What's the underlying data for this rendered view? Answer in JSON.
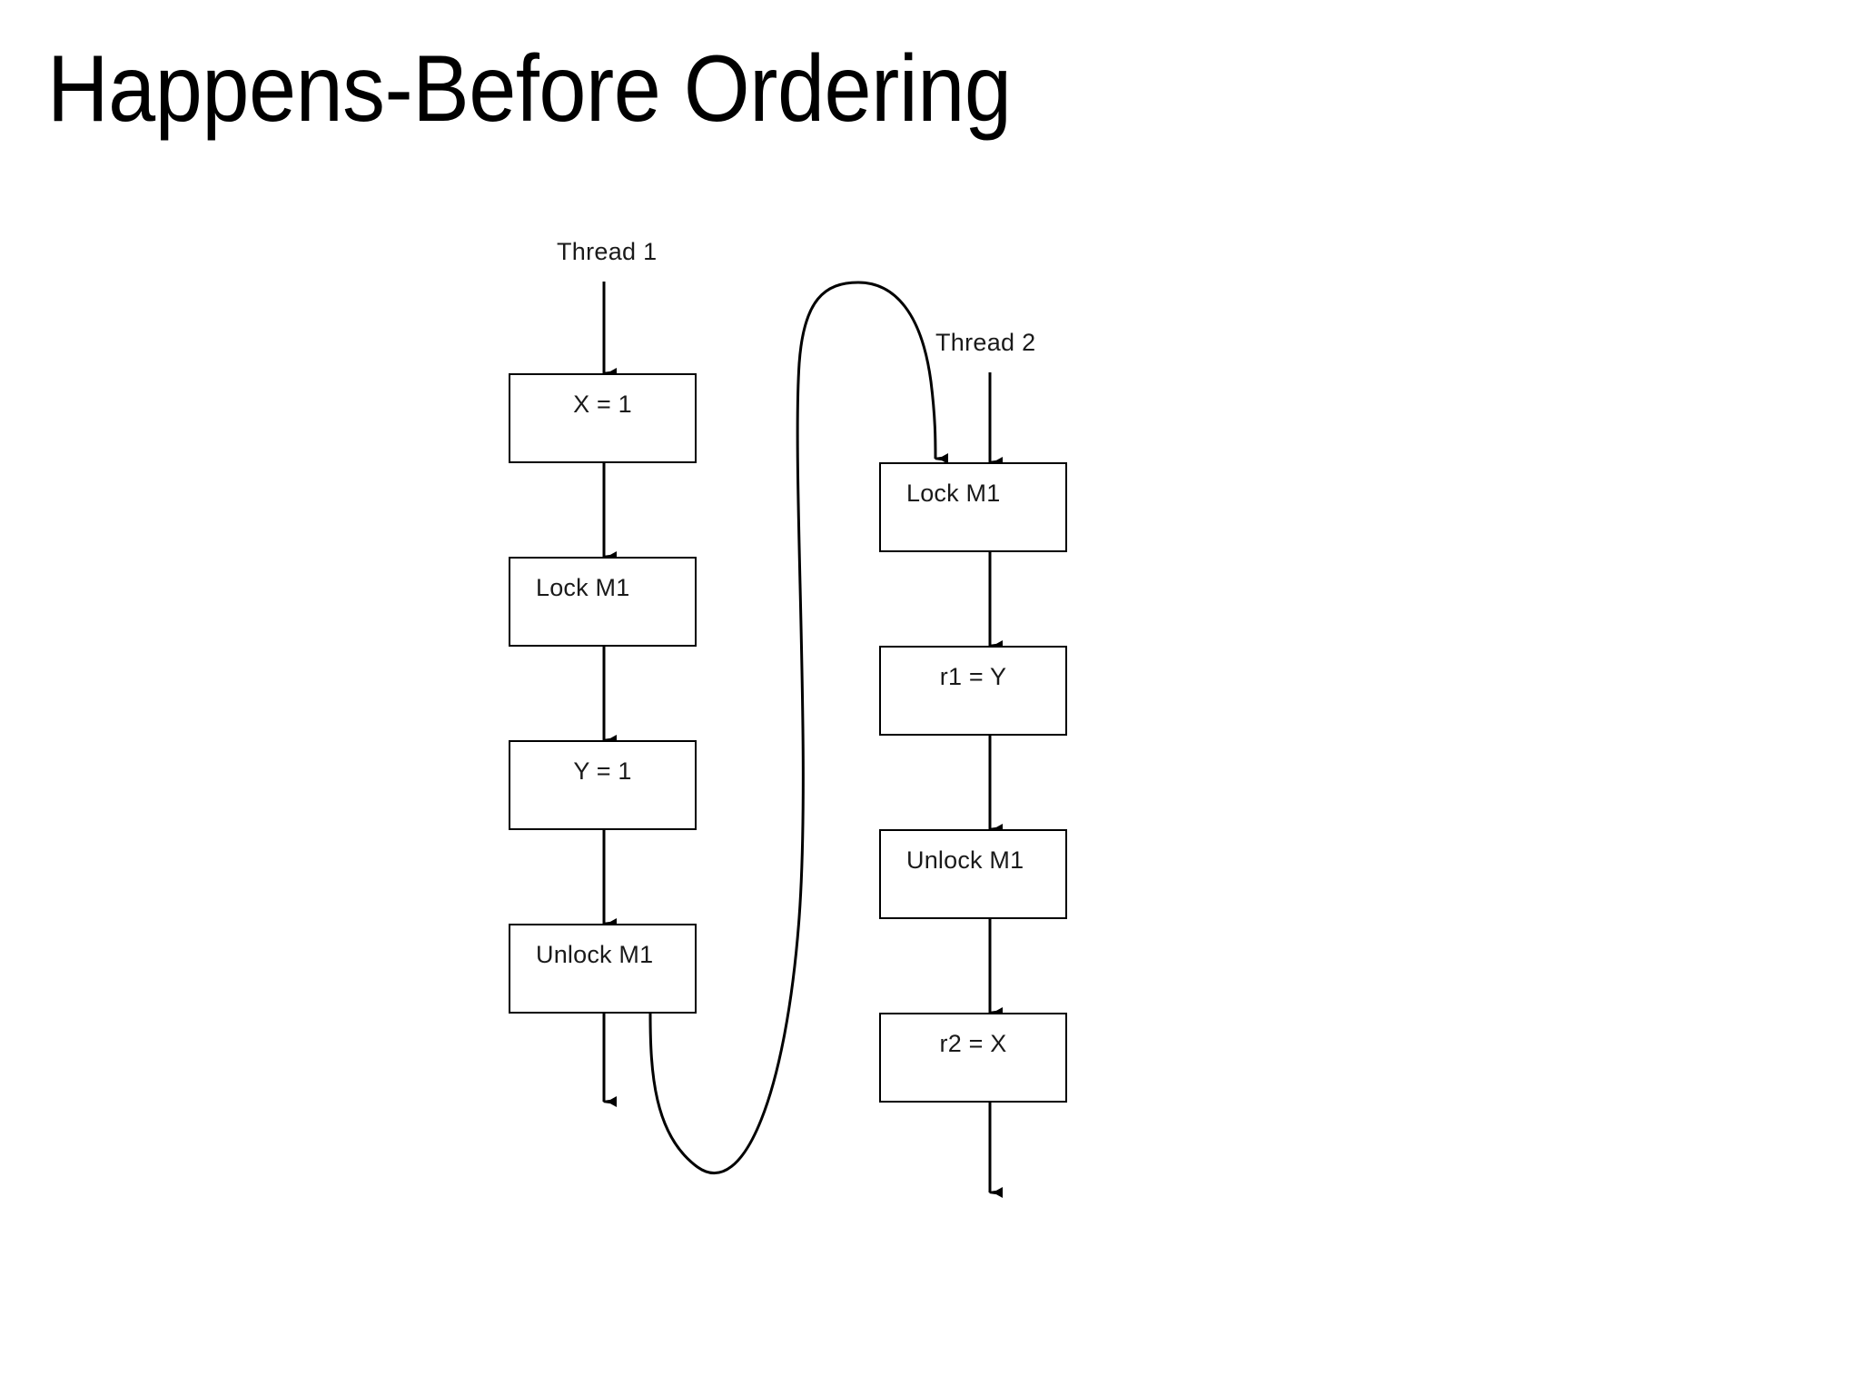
{
  "slide": {
    "title": "Happens-Before Ordering",
    "background_color": "#ffffff",
    "ink_color": "#000000"
  },
  "diagram": {
    "type": "flowchart",
    "description": "Two concurrent thread timelines linked by a happens-before edge from Thread 1's Unlock M1 to Thread 2's Lock M1",
    "threads": [
      {
        "id": "thread-1",
        "caption": "Thread 1",
        "steps": [
          {
            "label": "X = 1",
            "align": "center"
          },
          {
            "label": "Lock M1",
            "align": "left"
          },
          {
            "label": "Y = 1",
            "align": "center"
          },
          {
            "label": "Unlock M1",
            "align": "left"
          }
        ]
      },
      {
        "id": "thread-2",
        "caption": "Thread 2",
        "steps": [
          {
            "label": "Lock M1",
            "align": "left"
          },
          {
            "label": "r1 = Y",
            "align": "center"
          },
          {
            "label": "Unlock M1",
            "align": "left"
          },
          {
            "label": "r2 = X",
            "align": "center"
          }
        ]
      }
    ],
    "happens_before_edge": {
      "from": "Unlock M1",
      "from_thread": "Thread 1",
      "to": "Lock M1",
      "to_thread": "Thread 2",
      "style": "curved"
    }
  }
}
